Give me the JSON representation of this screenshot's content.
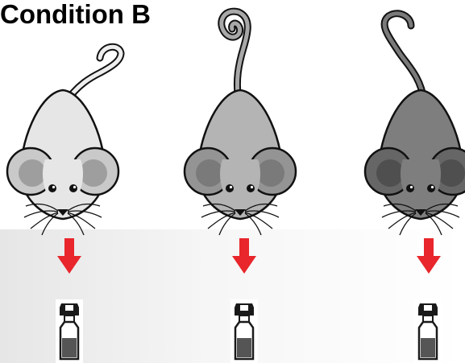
{
  "title": "Condition B",
  "mice": [
    {
      "name": "light-gray-mouse",
      "body": "#e6e6e6",
      "ear_outer": "#c9c9c9",
      "ear_inner": "#9e9e9e",
      "tail": "#eeeeee"
    },
    {
      "name": "medium-gray-mouse",
      "body": "#b4b4b4",
      "ear_outer": "#949494",
      "ear_inner": "#7a7a7a",
      "tail": "#a8a8a8"
    },
    {
      "name": "dark-gray-mouse",
      "body": "#7e7e7e",
      "ear_outer": "#666666",
      "ear_inner": "#4f4f4f",
      "tail": "#7a7a7a"
    }
  ],
  "arrow_color": "#e8262b",
  "vial_fill_color": "#555555",
  "background_panel_color": "#ececec"
}
